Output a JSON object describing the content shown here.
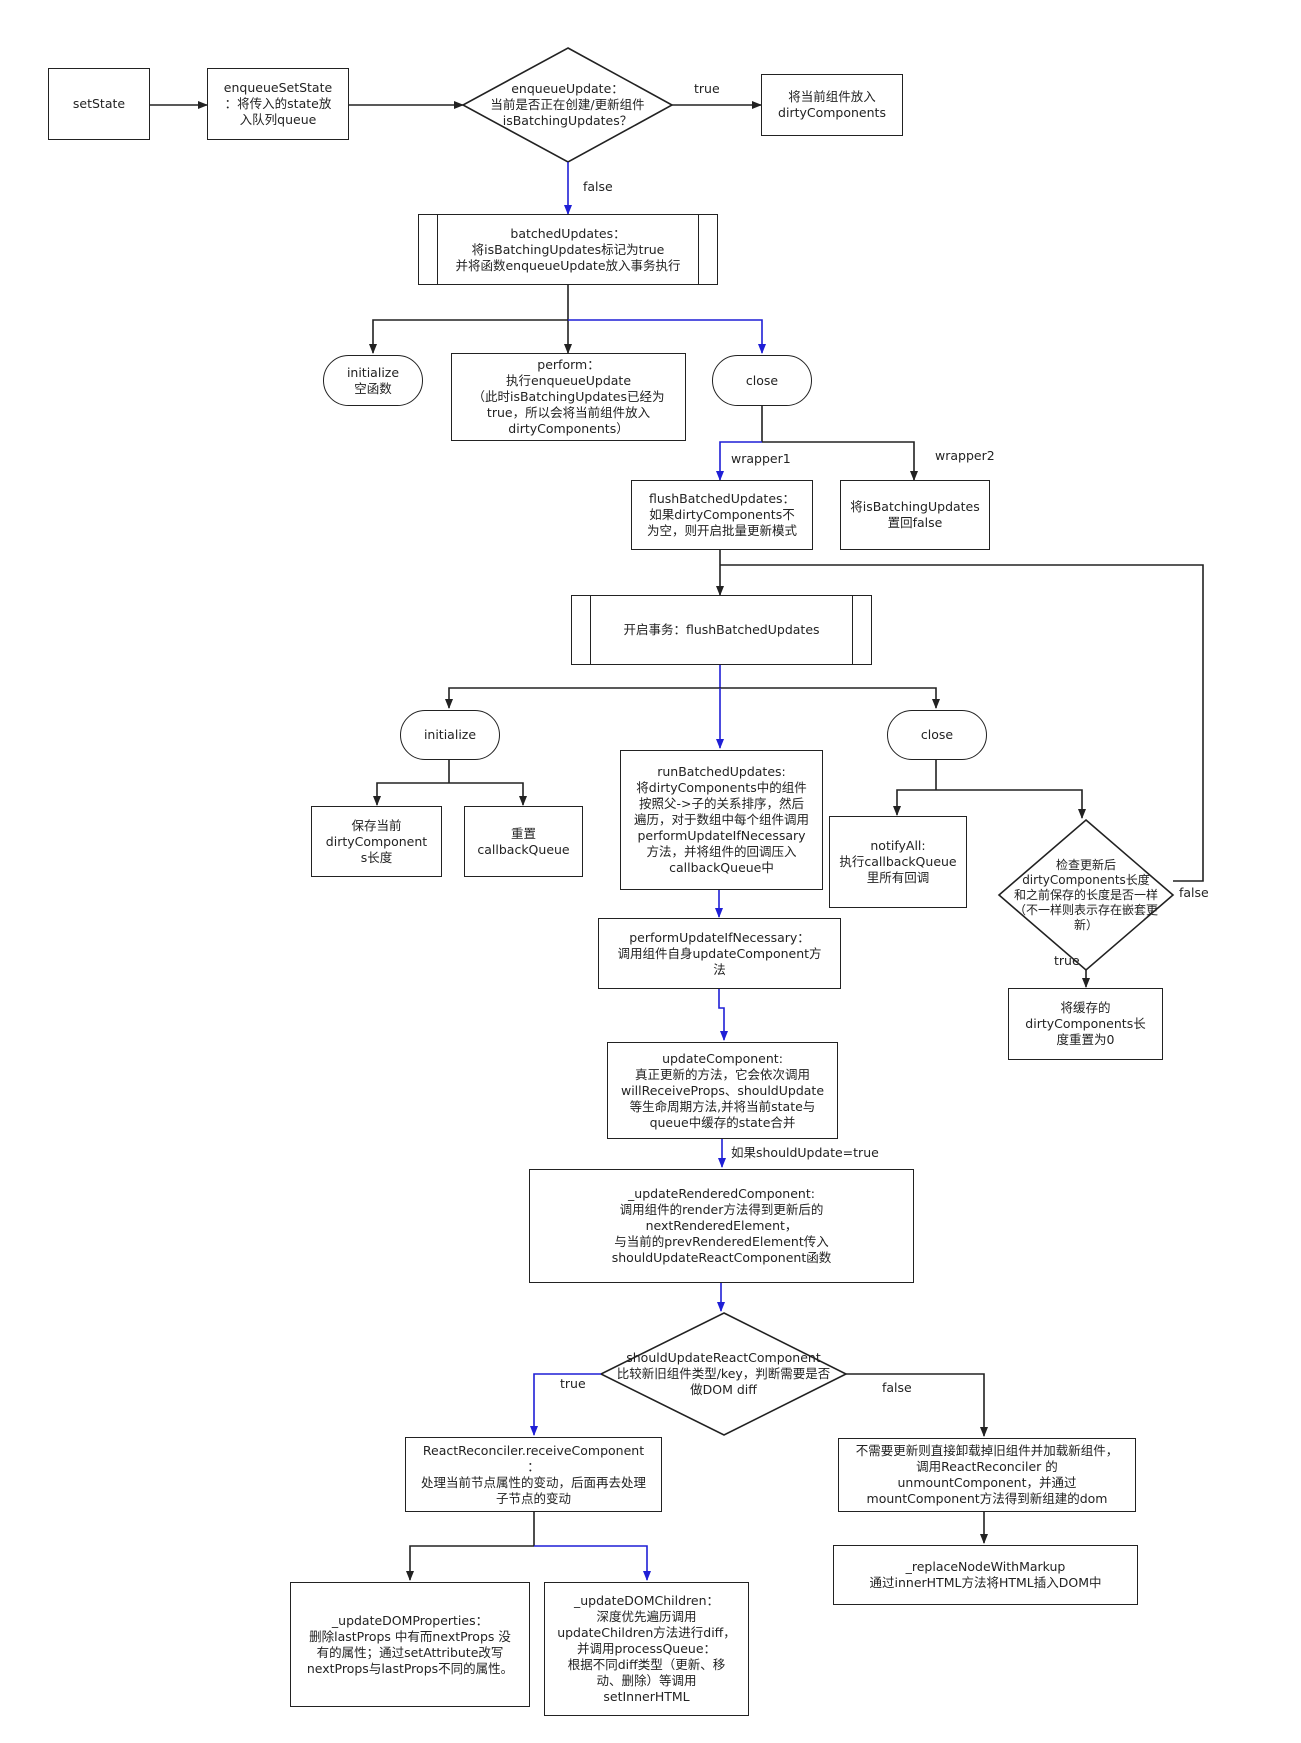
{
  "nodes": {
    "setState": [
      "setState"
    ],
    "enqueueSetState": [
      "enqueueSetState",
      "：将传入的state放",
      "入队列queue"
    ],
    "enqueueUpdate": [
      "enqueueUpdate：",
      "当前是否正在创建/更新组件",
      "isBatchingUpdates？"
    ],
    "dirty1": [
      "将当前组件放入",
      "dirtyComponents"
    ],
    "batchedUpdates": [
      "batchedUpdates：",
      "将isBatchingUpdates标记为true",
      "并将函数enqueueUpdate放入事务执行"
    ],
    "init1": [
      "initialize",
      "空函数"
    ],
    "perform": [
      "perform：",
      "执行enqueueUpdate",
      "（此时isBatchingUpdates已经为",
      "true，所以会将当前组件放入",
      "dirtyComponents）"
    ],
    "close1": [
      "close"
    ],
    "flushBatched": [
      "flushBatchedUpdates：",
      "如果dirtyComponents不",
      "为空，则开启批量更新模式"
    ],
    "resetFalse": [
      "将isBatchingUpdates",
      "置回false"
    ],
    "txn": [
      "开启事务：flushBatchedUpdates"
    ],
    "init2": [
      "initialize"
    ],
    "runBatched": [
      "runBatchedUpdates:",
      "将dirtyComponents中的组件",
      "按照父->子的关系排序，然后",
      "遍历，对于数组中每个组件调用",
      "performUpdateIfNecessary",
      "方法，并将组件的回调压入",
      "callbackQueue中"
    ],
    "close2": [
      "close"
    ],
    "saveLen": [
      "保存当前",
      "dirtyComponent",
      "s长度"
    ],
    "resetQueue": [
      "重置",
      "callbackQueue"
    ],
    "notifyAll": [
      "notifyAll:",
      "执行callbackQueue",
      "里所有回调"
    ],
    "checkLen": [
      "检查更新后",
      "dirtyComponents长度",
      "和之前保存的长度是否一样",
      "（不一样则表示存在嵌套更",
      "新）"
    ],
    "resetLen": [
      "将缓存的",
      "dirtyComponents长",
      "度重置为0"
    ],
    "performIfNec": [
      "performUpdateIfNecessary：",
      "调用组件自身updateComponent方",
      "法"
    ],
    "updateComp": [
      "updateComponent:",
      "真正更新的方法，它会依次调用",
      "willReceiveProps、shouldUpdate",
      "等生命周期方法,并将当前state与",
      "queue中缓存的state合并"
    ],
    "updateRendered": [
      "_updateRenderedComponent:",
      "调用组件的render方法得到更新后的",
      "nextRenderedElement，",
      "与当前的prevRenderedElement传入",
      "shouldUpdateReactComponent函数"
    ],
    "shouldUpdateRC": [
      "shouldUpdateReactComponent",
      "比较新旧组件类型/key，判断需要是否",
      "做DOM diff"
    ],
    "receiveComp": [
      "ReactReconciler.receiveComponent",
      "：",
      "处理当前节点属性的变动，后面再去处理",
      "子节点的变动"
    ],
    "unmount": [
      "不需要更新则直接卸载掉旧组件并加载新组件，",
      "调用ReactReconciler 的",
      "unmountComponent，并通过",
      "mountComponent方法得到新组建的dom"
    ],
    "replaceNode": [
      "_replaceNodeWithMarkup",
      "通过innerHTML方法将HTML插入DOM中"
    ],
    "updateDOMProps": [
      "_updateDOMProperties：",
      "删除lastProps 中有而nextProps 没",
      "有的属性；通过setAttribute改写",
      "nextProps与lastProps不同的属性。"
    ],
    "updateDOMChildren": [
      "_updateDOMChildren：",
      "深度优先遍历调用",
      "updateChildren方法进行diff，",
      "并调用processQueue：",
      "根据不同diff类型（更新、移",
      "动、删除）等调用",
      "setInnerHTML"
    ]
  },
  "labels": {
    "true_top": "true",
    "false_top": "false",
    "wrapper1": "wrapper1",
    "wrapper2": "wrapper2",
    "false_right": "false",
    "true_check": "true",
    "should_update": "如果shouldUpdate=true",
    "true_left": "true",
    "false_bottom": "false"
  },
  "colors": {
    "line": "#222222",
    "highlight": "#1f1fd6"
  }
}
